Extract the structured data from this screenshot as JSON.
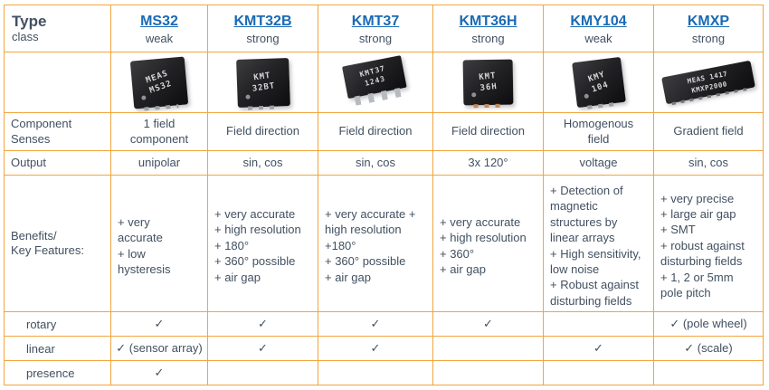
{
  "colors": {
    "border": "#F2A53E",
    "link_blue": "#1A6AB4",
    "text_dark": "#415061",
    "background": "#ffffff"
  },
  "corner": {
    "title": "Type",
    "subtitle": "class"
  },
  "row_labels": {
    "senses": "Component\nSenses",
    "output": "Output",
    "benefits": "Benefits/\nKey Features:",
    "rotary": "rotary",
    "linear": "linear",
    "presence": "presence"
  },
  "columns": [
    {
      "name": "MS32",
      "strength": "weak",
      "chip_label": "MEAS\nMS32",
      "senses": "1 field\ncomponent",
      "output": "unipolar",
      "benefits": "+ very\naccurate\n+ low\nhysteresis",
      "rotary": "✓",
      "linear": "✓ (sensor array)",
      "presence": "✓"
    },
    {
      "name": "KMT32B",
      "strength": "strong",
      "chip_label": "KMT\n32BT",
      "senses": "Field direction",
      "output": "sin, cos",
      "benefits": "+ very accurate\n+ high resolution\n+ 180°\n+ 360° possible\n+ air gap",
      "rotary": "✓",
      "linear": "✓",
      "presence": ""
    },
    {
      "name": "KMT37",
      "strength": "strong",
      "chip_label": "KMT37\n1243",
      "senses": "Field direction",
      "output": "sin, cos",
      "benefits": "+ very accurate +\nhigh resolution\n+180°\n+ 360° possible\n+ air gap",
      "rotary": "✓",
      "linear": "✓",
      "presence": ""
    },
    {
      "name": "KMT36H",
      "strength": "strong",
      "chip_label": "KMT\n36H",
      "senses": "Field direction",
      "output": "3x 120°",
      "benefits": "+ very accurate\n+ high resolution\n+ 360°\n+ air gap",
      "rotary": "✓",
      "linear": "",
      "presence": ""
    },
    {
      "name": "KMY104",
      "strength": "weak",
      "chip_label": "KMY\n104",
      "senses": "Homogenous\nfield",
      "output": "voltage",
      "benefits": "+ Detection of\nmagnetic\nstructures by\nlinear arrays\n+ High sensitivity,\nlow noise\n+ Robust against\ndisturbing fields",
      "rotary": "",
      "linear": "✓",
      "presence": ""
    },
    {
      "name": "KMXP",
      "strength": "strong",
      "chip_label": "MEAS  1417\nKMXP2000",
      "senses": "Gradient field",
      "output": "sin, cos",
      "benefits": "+ very precise\n+ large air gap\n+ SMT\n+ robust against\ndisturbing fields\n+ 1, 2 or 5mm\npole pitch",
      "rotary": "✓ (pole wheel)",
      "linear": "✓ (scale)",
      "presence": ""
    }
  ]
}
